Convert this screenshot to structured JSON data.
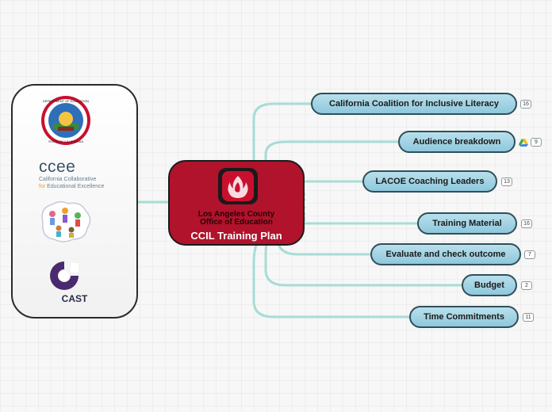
{
  "logos": {
    "seal_text_top": "DEPARTMENT OF EDUCATION",
    "seal_text_bottom": "STATE OF CALIFORNIA",
    "ccee_name": "ccee",
    "ccee_line1": "California Collaborative",
    "ccee_line2_prefix": "for",
    "ccee_line2_rest": "Educational Excellence",
    "cast_name": "CAST"
  },
  "central": {
    "org_line1": "Los Angeles County",
    "org_line2": "Office of Education",
    "title": "CCIL Training Plan"
  },
  "branches": [
    {
      "label": "California Coalition for Inclusive Literacy",
      "count": "16"
    },
    {
      "label": "Audience breakdown",
      "count": "9",
      "icon": "google-drive-icon"
    },
    {
      "label": "LACOE Coaching Leaders",
      "count": "13"
    },
    {
      "label": "Training Material",
      "count": "16"
    },
    {
      "label": "Evaluate and check outcome",
      "count": "7"
    },
    {
      "label": "Budget",
      "count": "2"
    },
    {
      "label": "Time Commitments",
      "count": "11"
    }
  ],
  "colors": {
    "central_fill": "#b0132b",
    "branch_fill": "#a7d6e6",
    "connector": "#a8dcd6",
    "ccee_accent": "#e8a21a",
    "cast_purple": "#4a2a6e"
  }
}
